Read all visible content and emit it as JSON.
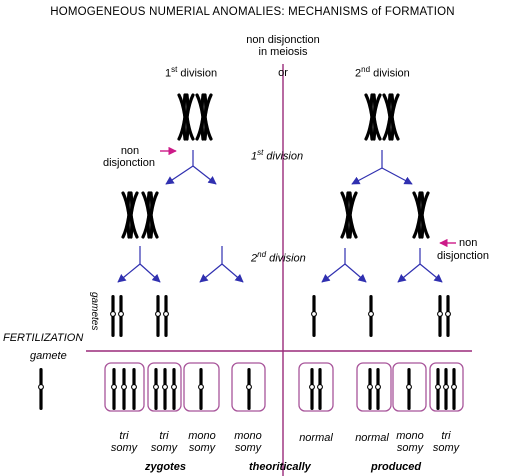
{
  "title": "HOMOGENEOUS NUMERIAL ANOMALIES: MECHANISMS of FORMATION",
  "center_header": {
    "line1": "non disjonction",
    "line2": "in meiosis",
    "line3": "or"
  },
  "left_division": {
    "num": "1",
    "sup": "st",
    "word": "division"
  },
  "right_division": {
    "num": "2",
    "sup": "nd",
    "word": "division"
  },
  "mid_first": {
    "num": "1",
    "sup": "st",
    "word": "division"
  },
  "mid_second": {
    "num": "2",
    "sup": "nd",
    "word": "division"
  },
  "left_nondisjunction": {
    "line1": "non",
    "line2": "disjonction"
  },
  "right_nondisjunction": {
    "line1": "non",
    "line2": "disjonction"
  },
  "gametes_label": "gametes",
  "fertilization_label": "FERTILIZATION",
  "gamete_label": "gamete",
  "results": [
    {
      "line1": "tri",
      "line2": "somy"
    },
    {
      "line1": "tri",
      "line2": "somy"
    },
    {
      "line1": "mono",
      "line2": "somy"
    },
    {
      "line1": "mono",
      "line2": "somy"
    },
    {
      "line1": "normal",
      "line2": ""
    },
    {
      "line1": "normal",
      "line2": ""
    },
    {
      "line1": "mono",
      "line2": "somy"
    },
    {
      "line1": "tri",
      "line2": "somy"
    }
  ],
  "footer": {
    "word1": "zygotes",
    "word2": "theoritically",
    "word3": "produced"
  },
  "colors": {
    "divider": "#9a2a7a",
    "box": "#a8559a",
    "arrow": "#3030b0",
    "magenta_arrow": "#cc1a88",
    "chromosome": "#000000"
  }
}
